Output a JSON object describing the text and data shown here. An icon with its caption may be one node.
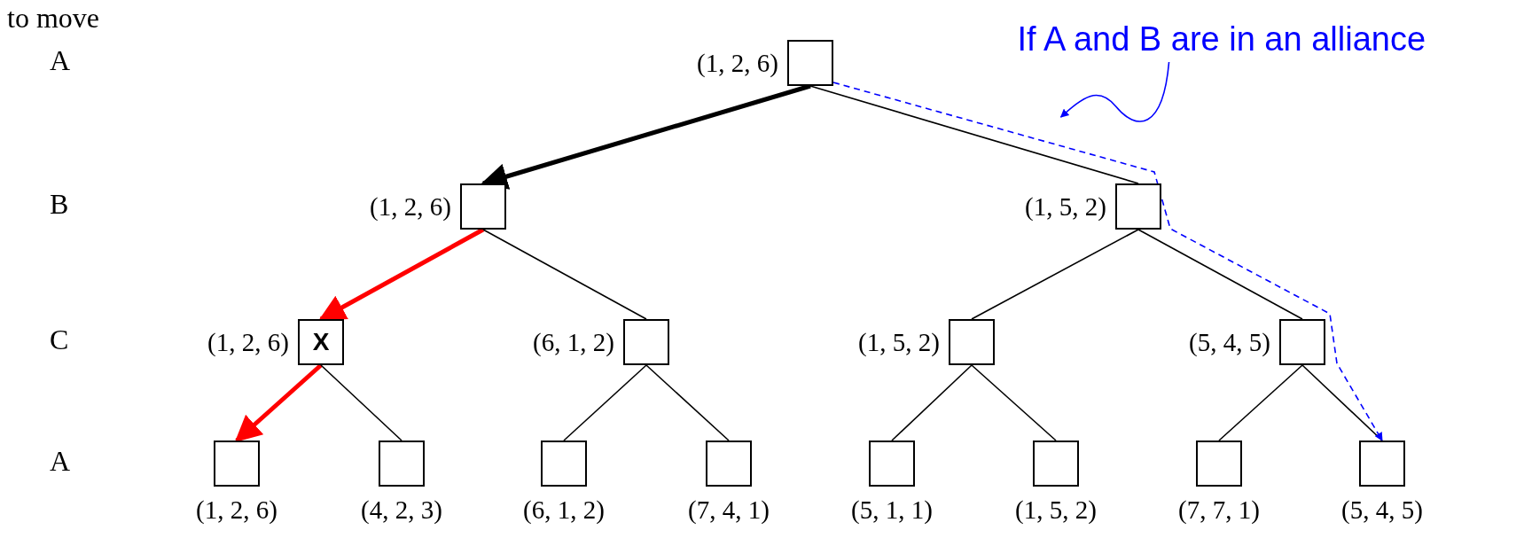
{
  "diagram": {
    "nodes": [
      {
        "text": [],
        "shape": "box",
        "beside": [
          "(1, 2, 6)"
        ]
      },
      {
        "text": [],
        "shape": "box",
        "beside": [
          "(1, 2, 6)"
        ]
      },
      {
        "text": [],
        "shape": "box",
        "beside": [
          "(1, 5, 2)"
        ]
      },
      {
        "text": [
          "X"
        ],
        "beside": [
          "(1, 2, 6)"
        ]
      },
      {
        "text": [],
        "shape": "box",
        "beside": [
          "(6, 1, 2)"
        ]
      },
      {
        "text": [],
        "shape": "box",
        "beside": [
          "(1, 5, 2)"
        ]
      },
      {
        "text": [],
        "shape": "box",
        "beside": [
          "(5, 4, 5)"
        ]
      },
      {
        "text": [],
        "shape": "box",
        "beside": [
          "(1, 2, 6)"
        ]
      },
      {
        "text": [],
        "shape": "box",
        "beside": [
          "(4, 2, 3)"
        ]
      },
      {
        "text": [],
        "shape": "box",
        "beside": [
          "(6, 1, 2)"
        ]
      },
      {
        "text": [],
        "shape": "box",
        "beside": [
          "(7, 4, 1)"
        ]
      },
      {
        "text": [],
        "shape": "box",
        "beside": [
          "(5, 1, 1)"
        ]
      },
      {
        "text": [],
        "shape": "box",
        "beside": [
          "(1, 5, 2)"
        ]
      },
      {
        "text": [],
        "shape": "box",
        "beside": [
          "(7, 7, 1)"
        ]
      },
      {
        "text": [],
        "shape": "box",
        "beside": [
          "(5, 4, 5)"
        ]
      },
      {
        "text": [
          "If A and B are in an alliance"
        ]
      }
    ],
    "edges": [
      {
        "from": 0,
        "to": 1,
        "arrow": "to",
        "style": "thick"
      },
      {
        "from": 0,
        "to": 2,
        "arrow": "none"
      },
      {
        "from": 1,
        "to": 3,
        "arrow": "to",
        "style": "thick",
        "color": "#ff0000"
      },
      {
        "from": 1,
        "to": 4,
        "arrow": "none"
      },
      {
        "from": 2,
        "to": 5,
        "arrow": "none"
      },
      {
        "from": 2,
        "to": 6,
        "arrow": "none"
      },
      {
        "from": 3,
        "to": 7,
        "arrow": "to",
        "style": "thick",
        "color": "#ff0000"
      },
      {
        "from": 3,
        "to": 8,
        "arrow": "none"
      },
      {
        "from": 4,
        "to": 9,
        "arrow": "none"
      },
      {
        "from": 4,
        "to": 10,
        "arrow": "none"
      },
      {
        "from": 5,
        "to": 11,
        "arrow": "none"
      },
      {
        "from": 5,
        "to": 12,
        "arrow": "none"
      },
      {
        "from": 6,
        "to": 13,
        "arrow": "none"
      },
      {
        "from": 6,
        "to": 14,
        "arrow": "none"
      },
      {
        "from": 0,
        "to": 14,
        "arrow": "to",
        "style": "dashed",
        "color": "#0000ff"
      },
      {
        "from": 15,
        "to": null,
        "arrow": "to",
        "color": "#0000ff"
      }
    ],
    "labels": [
      "to move",
      "A",
      "B",
      "C",
      "A"
    ]
  }
}
